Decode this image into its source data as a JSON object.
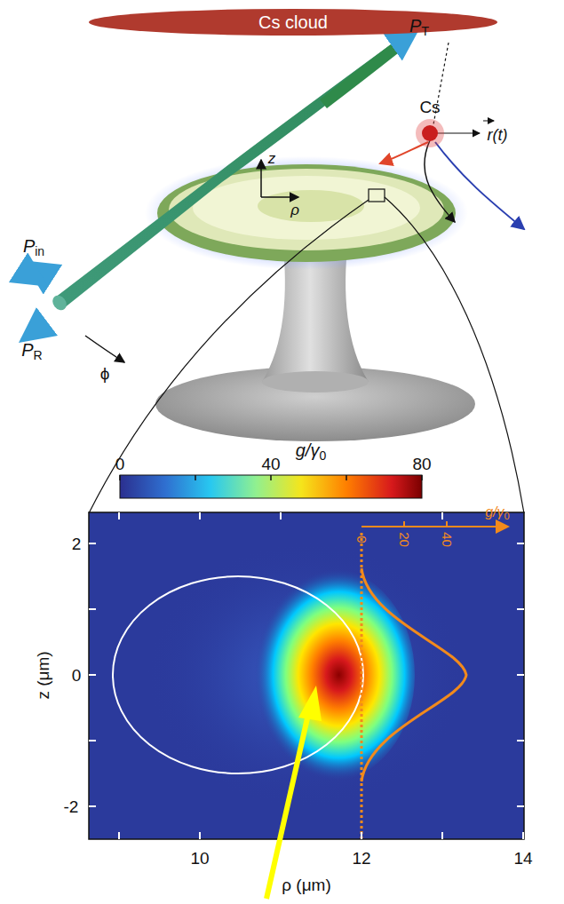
{
  "diagram": {
    "nodes": [
      {
        "text": [
          "Cs cloud"
        ]
      }
    ],
    "labels": [
      "PT",
      "Pin",
      "PR",
      "z",
      "ρ",
      "ϕ",
      "Cs",
      "r(t)",
      "g/γ0",
      "0",
      "40",
      "80",
      "g/γ0",
      "0",
      "20",
      "40",
      "2",
      "0",
      "-2",
      "z (μm)",
      "10",
      "12",
      "14",
      "ρ (μm)"
    ]
  }
}
